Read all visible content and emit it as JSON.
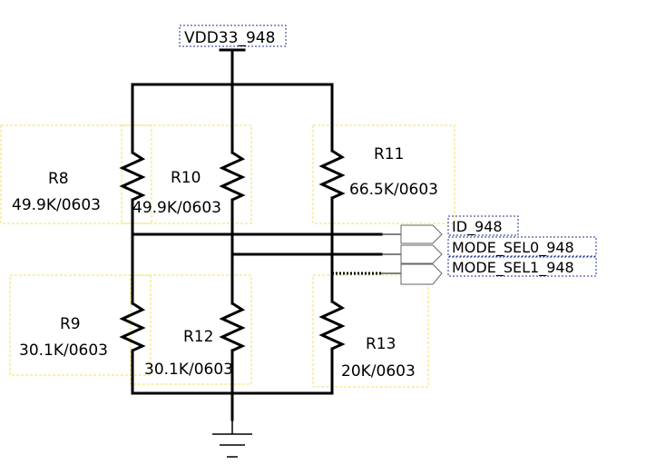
{
  "power": {
    "label": "VDD33_948"
  },
  "resistors": [
    {
      "ref": "R8",
      "value": "49.9K/0603"
    },
    {
      "ref": "R10",
      "value": "49.9K/0603"
    },
    {
      "ref": "R11",
      "value": "66.5K/0603"
    },
    {
      "ref": "R9",
      "value": "30.1K/0603"
    },
    {
      "ref": "R12",
      "value": "30.1K/0603"
    },
    {
      "ref": "R13",
      "value": "20K/0603"
    }
  ],
  "ports": [
    {
      "label": "ID_948"
    },
    {
      "label": "MODE_SEL0_948"
    },
    {
      "label": "MODE_SEL1_948"
    }
  ],
  "colors": {
    "wire": "#000000",
    "designator_box": "#f0e060",
    "netlabel_box": "#1f2f8f"
  },
  "symbols": {
    "ground": "ground-icon",
    "power": "power-bar-icon"
  }
}
